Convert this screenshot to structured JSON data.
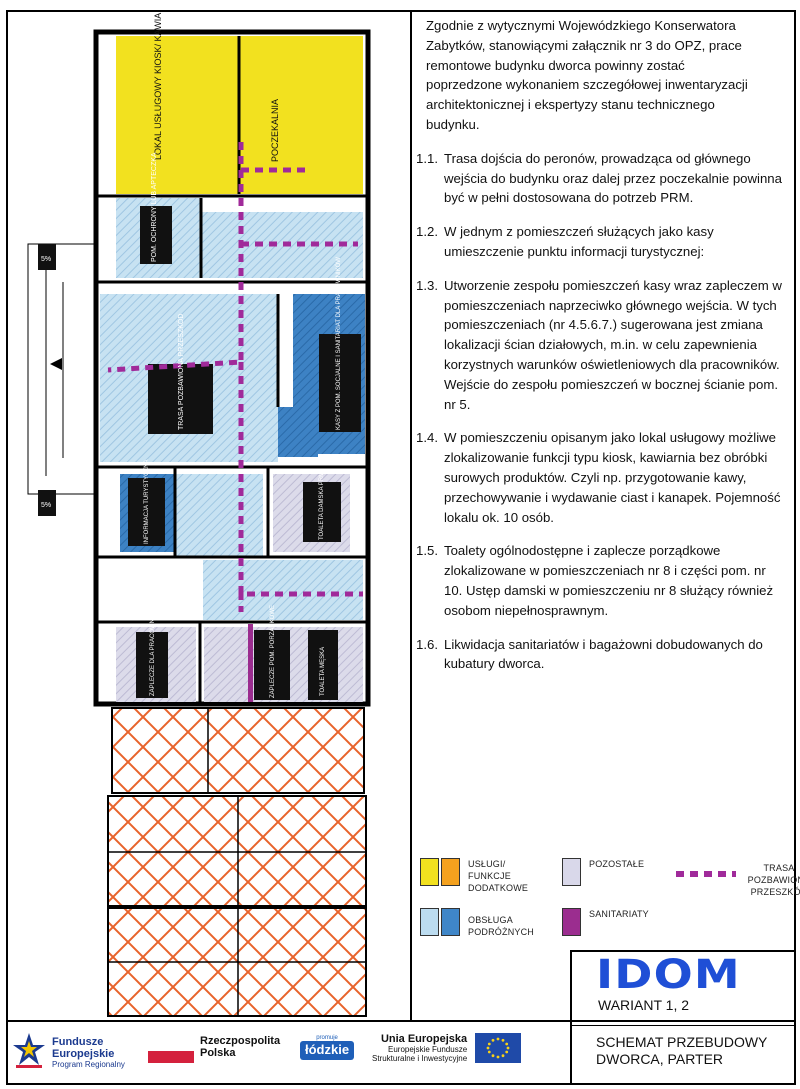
{
  "notes": {
    "intro": "Zgodnie z wytycznymi Wojewódzkiego Konserwatora Zabytków, stanowiącymi załącznik nr 3 do OPZ, prace remontowe budynku dworca powinny zostać poprzedzone wykonaniem szczegółowej inwentaryzacji architektonicznej i ekspertyzy stanu technicznego budynku.",
    "items": [
      {
        "num": "1.1.",
        "text": "Trasa dojścia do peronów, prowadząca od głównego wejścia do budynku oraz dalej przez poczekalnie powinna być w pełni dostosowana do potrzeb PRM."
      },
      {
        "num": "1.2.",
        "text": "W jednym z pomieszczeń służących jako kasy umieszczenie punktu informacji turystycznej:"
      },
      {
        "num": "1.3.",
        "text": "Utworzenie zespołu pomieszczeń kasy wraz zapleczem w pomieszczeniach naprzeciwko głównego wejścia. W tych pomieszczeniach (nr 4.5.6.7.) sugerowana jest zmiana lokalizacji ścian działowych, m.in. w celu zapewnienia korzystnych warunków oświetleniowych dla pracowników. Wejście do zespołu pomieszczeń w bocznej ścianie pom. nr 5."
      },
      {
        "num": "1.4.",
        "text": "W pomieszczeniu opisanym jako lokal usługowy możliwe zlokalizowanie funkcji typu kiosk, kawiarnia bez obróbki surowych produktów. Czyli np. przygotowanie kawy, przechowywanie i wydawanie ciast i kanapek. Pojemność lokalu ok. 10 osób."
      },
      {
        "num": "1.5.",
        "text": "Toalety ogólnodostępne i zaplecze porządkowe zlokalizowane w pomieszczeniach nr 8 i części pom. nr 10. Ustęp damski w pomieszczeniu nr 8 służący również osobom niepełnosprawnym."
      },
      {
        "num": "1.6.",
        "text": "Likwidacja sanitariatów i bagażowni dobudowanych do kubatury dworca."
      }
    ]
  },
  "plan": {
    "rooms": {
      "lokal": "LOKAL USŁUGOWY KIOSK/ KAWIARNIA",
      "poczekalnia": "POCZEKALNIA",
      "posterunek": "POM. OCHRONY LUB APTECZKA",
      "trasa": "TRASA POZBAWIONA PRZESZKÓD",
      "kasy": "KASY Z POM. SOCJALNE I SANITARIAT DLA PRACOWNIKÓW",
      "informacja": "INFORMACJA TURYSTYCZNA",
      "toaleta_damska": "TOALETA DAMSKA PRM",
      "zaplecze_prac": "ZAPLECZE DLA PRACOWNIKÓW",
      "zaplecze_porz": "ZAPLECZE POM. PORZĄDKOWE",
      "toaleta_meska": "TOALETA MĘSKA"
    },
    "level_marks": [
      "5%",
      "5%"
    ]
  },
  "legend": {
    "uslugi": "USŁUGI/ FUNKCJE DODATKOWE",
    "obsluga": "OBSŁUGA PODRÓŻNYCH",
    "pozostale": "POZOSTAŁE",
    "sanitariaty": "SANITARIATY",
    "trasa": "TRASA POZBAWIONA PRZESZKÓD",
    "colors": {
      "uslugi_a": "#f2e11f",
      "uslugi_b": "#f4a11e",
      "obsluga_a": "#bcdcf0",
      "obsluga_b": "#3f86c8",
      "pozostale": "#d9d8ea",
      "sanitariaty": "#9b2d8f",
      "trasa": "#a02a9a",
      "demolition": "#e8632b"
    }
  },
  "titleblock": {
    "company": "IDOM",
    "variant": "WARIANT 1, 2",
    "title_line1": "SCHEMAT PRZEBUDOWY",
    "title_line2": "DWORCA, PARTER"
  },
  "logos": {
    "fe_name1": "Fundusze",
    "fe_name2": "Europejskie",
    "fe_sub": "Program Regionalny",
    "rp_name1": "Rzeczpospolita",
    "rp_name2": "Polska",
    "lodz_top": "promuje",
    "lodz": "łódzkie",
    "ue_name": "Unia Europejska",
    "ue_sub1": "Europejskie Fundusze",
    "ue_sub2": "Strukturalne i Inwestycyjne"
  }
}
